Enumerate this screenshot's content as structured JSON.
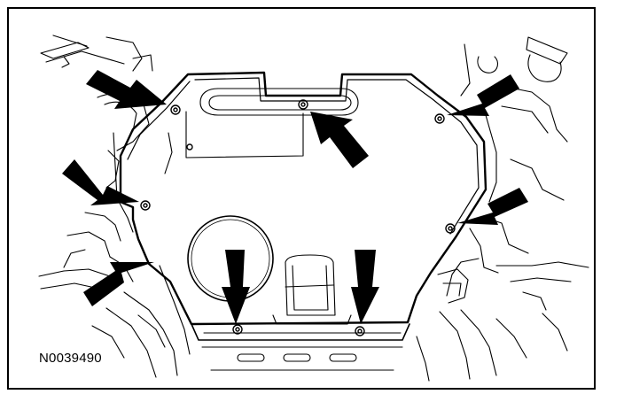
{
  "figure": {
    "id_label": "N0039490",
    "line_color": "#000000",
    "background": "#ffffff",
    "subject": "underbody-splash-shield",
    "callouts": [
      {
        "name": "arrow-to-fastener-upper-left",
        "points_to": "fastener-upper-left"
      },
      {
        "name": "arrow-to-fastener-upper-center",
        "points_to": "fastener-upper-center"
      },
      {
        "name": "arrow-to-fastener-upper-right",
        "points_to": "fastener-upper-right"
      },
      {
        "name": "arrow-to-fastener-mid-left",
        "points_to": "fastener-mid-left"
      },
      {
        "name": "arrow-to-fastener-mid-right",
        "points_to": "fastener-mid-right"
      },
      {
        "name": "arrow-to-shield-left-edge",
        "points_to": "shield-left-edge"
      },
      {
        "name": "arrow-to-fastener-bottom-left",
        "points_to": "fastener-bottom-left"
      },
      {
        "name": "arrow-to-fastener-bottom-right",
        "points_to": "fastener-bottom-right"
      }
    ]
  }
}
